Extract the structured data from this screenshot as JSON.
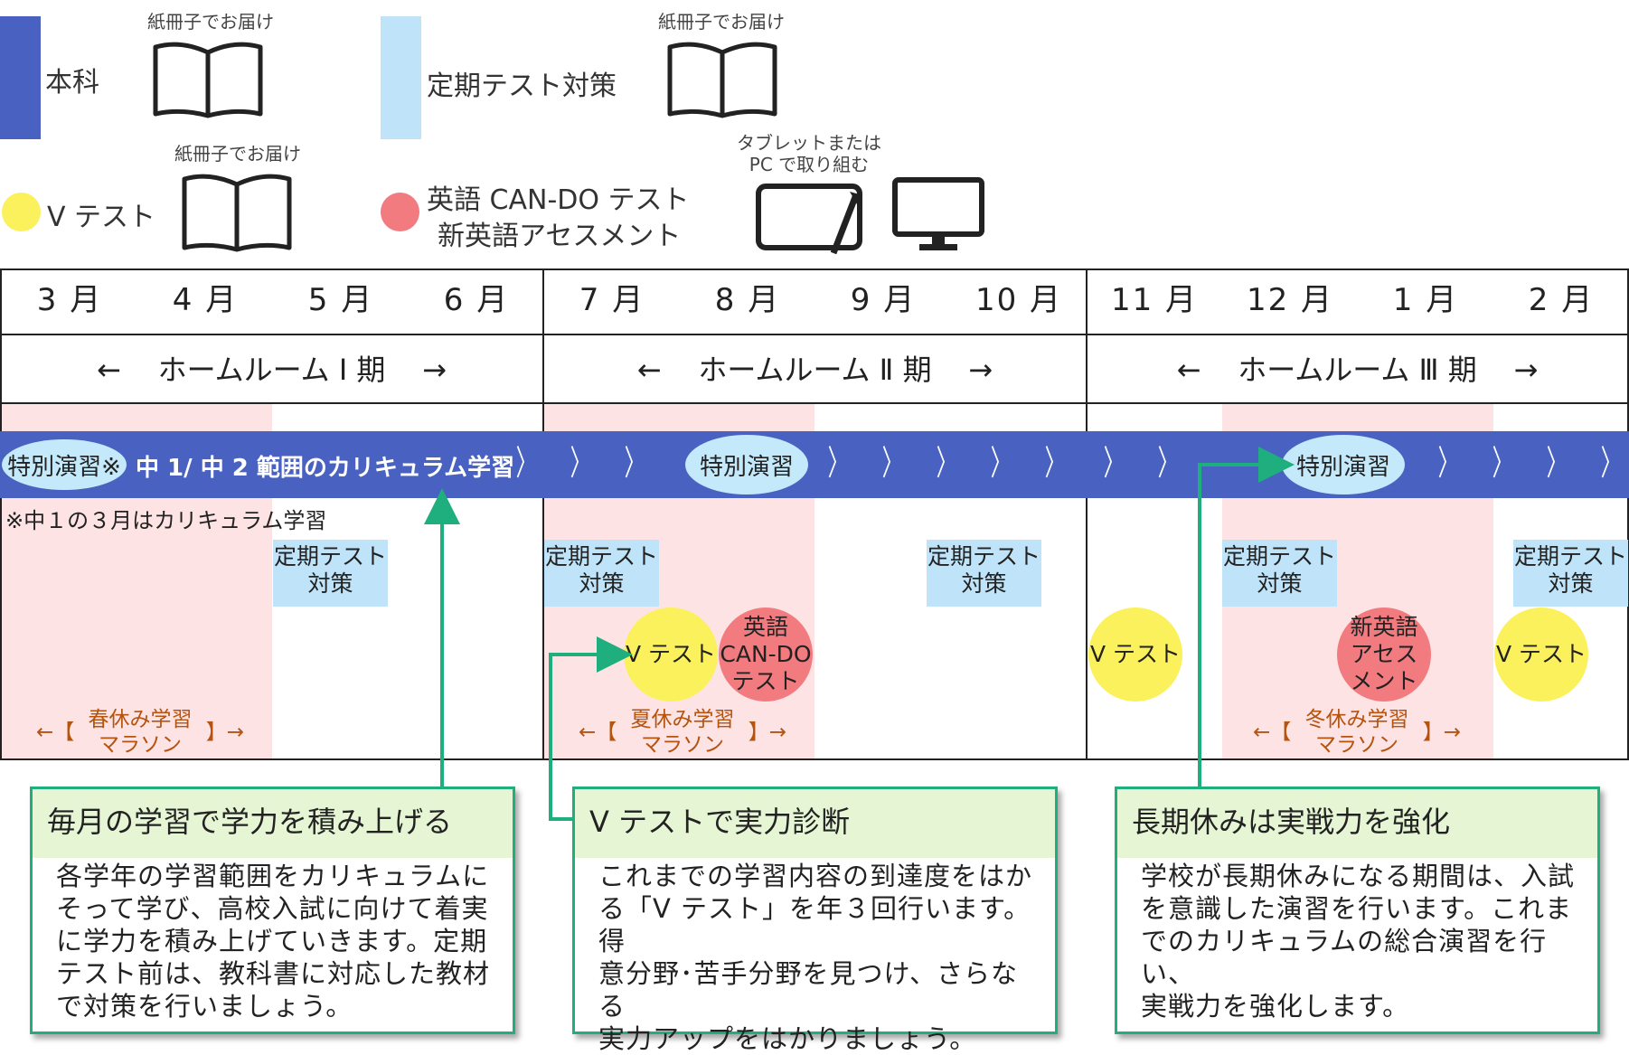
{
  "legend": {
    "honka": {
      "label": "本科",
      "color": "#4962c2",
      "note": "紙冊子でお届け"
    },
    "teiki": {
      "label": "定期テスト対策",
      "color": "#bfe3f8",
      "note": "紙冊子でお届け"
    },
    "vtest": {
      "label": "V テスト",
      "color": "#fbf15c",
      "note": "紙冊子でお届け"
    },
    "english": {
      "label_line1": "英語 CAN-DO テスト",
      "label_line2": "新英語アセスメント",
      "color": "#f27b80",
      "note_line1": "タブレットまたは",
      "note_line2": "PC で取り組む"
    }
  },
  "months": [
    "3 月",
    "4 月",
    "5 月",
    "6 月",
    "7 月",
    "8 月",
    "9 月",
    "10 月",
    "11 月",
    "12 月",
    "1 月",
    "2 月"
  ],
  "periods": [
    {
      "arrow_left": "←",
      "label": "ホームルーム Ⅰ 期",
      "arrow_right": "→"
    },
    {
      "arrow_left": "←",
      "label": "ホームルーム Ⅱ 期",
      "arrow_right": "→"
    },
    {
      "arrow_left": "←",
      "label": "ホームルーム Ⅲ 期",
      "arrow_right": "→"
    }
  ],
  "band": {
    "pill1": "特別演習※",
    "title": "中 1/ 中 2 範囲のカリキュラム学習",
    "pill2": "特別演習",
    "pill3": "特別演習",
    "chevron": "〉"
  },
  "footnote": "※中１の３月はカリキュラム学習",
  "test_boxes": [
    {
      "line1": "定期テスト",
      "line2": "対策"
    },
    {
      "line1": "定期テスト",
      "line2": "対策"
    },
    {
      "line1": "定期テスト",
      "line2": "対策"
    },
    {
      "line1": "定期テスト",
      "line2": "対策"
    },
    {
      "line1": "定期テスト",
      "line2": "対策"
    }
  ],
  "circles": {
    "v1": "V テスト",
    "english1": {
      "l1": "英語",
      "l2": "CAN-DO",
      "l3": "テスト"
    },
    "v2": "V テスト",
    "english2": {
      "l1": "新英語",
      "l2": "アセス",
      "l3": "メント"
    },
    "v3": "V テスト"
  },
  "marathons": [
    {
      "left": "←【",
      "l1": "春休み学習",
      "l2": "マラソン",
      "right": "】→"
    },
    {
      "left": "←【",
      "l1": "夏休み学習",
      "l2": "マラソン",
      "right": "】→"
    },
    {
      "left": "←【",
      "l1": "冬休み学習",
      "l2": "マラソン",
      "right": "】→"
    }
  ],
  "info_boxes": [
    {
      "title": "毎月の学習で学力を積み上げる",
      "lines": [
        "各学年の学習範囲をカリキュラムに",
        "そって学び、高校入試に向けて着実",
        "に学力を積み上げていきます。定期",
        "テスト前は、教科書に対応した教材",
        "で対策を行いましょう。"
      ]
    },
    {
      "title": "V テストで実力診断",
      "lines": [
        "これまでの学習内容の到達度をはか",
        "る「V テスト」を年３回行います。得",
        "意分野･苦手分野を見つけ、さらなる",
        "実力アップをはかりましょう。"
      ]
    },
    {
      "title": "長期休みは実戦力を強化",
      "lines": [
        "学校が長期休みになる期間は、入試",
        "を意識した演習を行います。これま",
        "でのカリキュラムの総合演習を行い、",
        "実戦力を強化します。"
      ]
    }
  ],
  "colors": {
    "accent_green": "#1fae7d",
    "pink": "#fde3e3",
    "band_blue": "#4962c2",
    "light_blue": "#bfe3f8",
    "yellow": "#fbf15c",
    "red": "#f27b80",
    "marathon_text": "#b5530f"
  }
}
